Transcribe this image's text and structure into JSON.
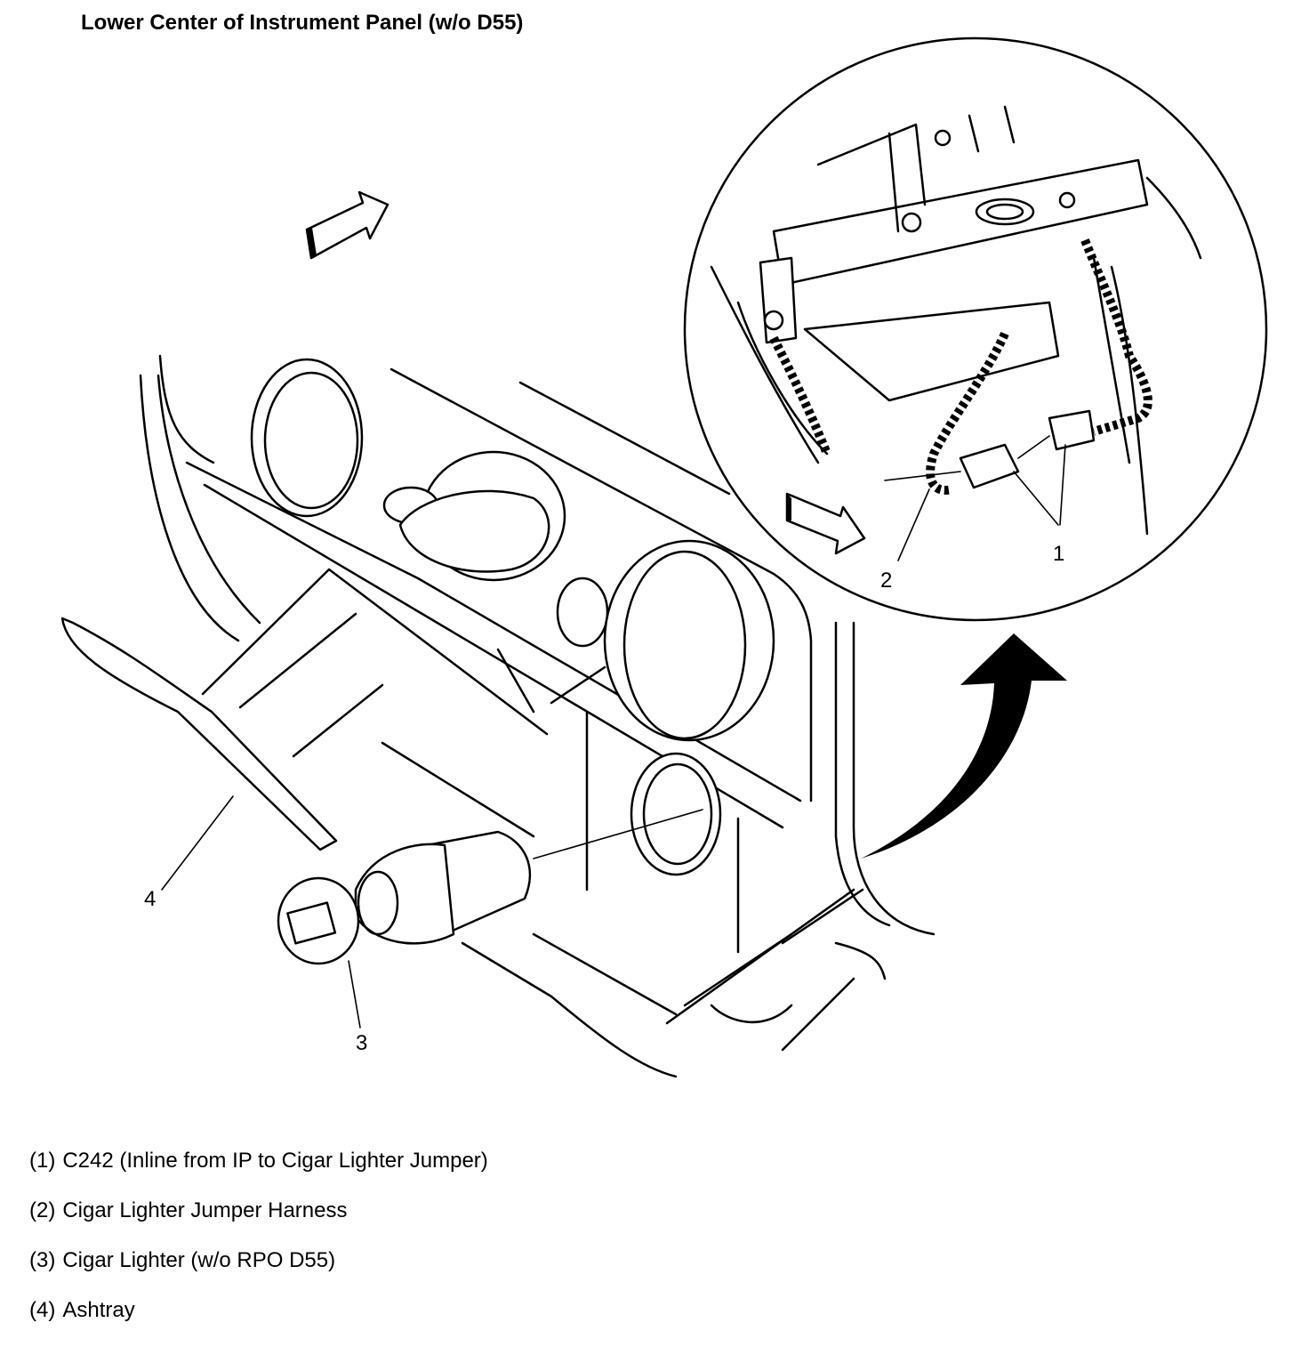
{
  "title": "Lower Center of Instrument Panel (w/o D55)",
  "callouts": [
    "1",
    "2",
    "3",
    "4"
  ],
  "legend": [
    {
      "num": "(1)",
      "text": "C242 (Inline from IP to Cigar Lighter Jumper)"
    },
    {
      "num": "(2)",
      "text": "Cigar Lighter Jumper Harness"
    },
    {
      "num": "(3)",
      "text": "Cigar Lighter (w/o RPO D55)"
    },
    {
      "num": "(4)",
      "text": "Ashtray"
    }
  ],
  "colors": {
    "line": "#000000",
    "background": "#ffffff"
  }
}
